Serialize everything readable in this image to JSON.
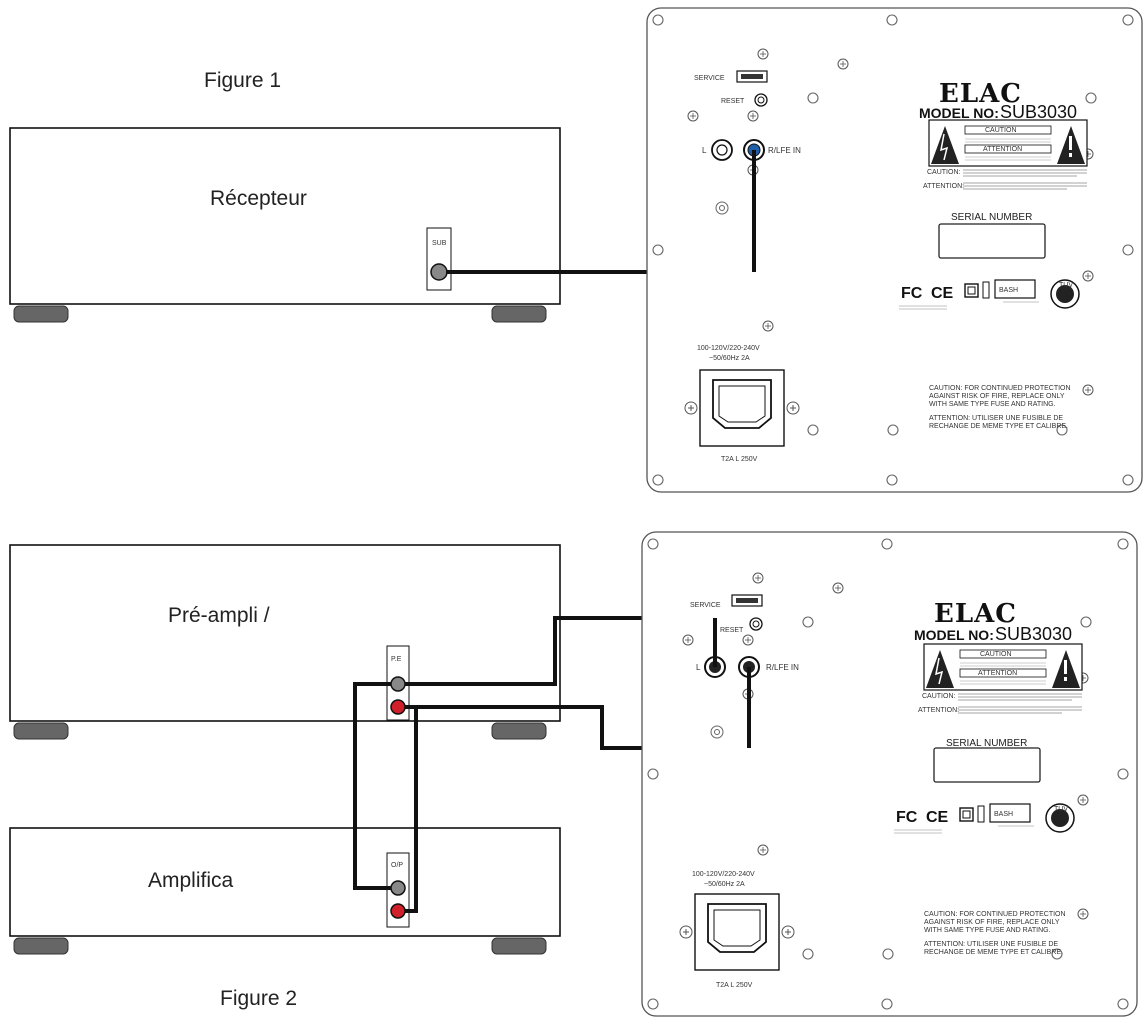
{
  "figures": [
    {
      "title": "Figure 1",
      "source_device": {
        "label": "Récepteur",
        "terminal_label": "SUB"
      },
      "cable": "SUB → R/LFE IN"
    },
    {
      "title": "Figure 2",
      "source_device": {
        "label": "Pré-ampli /",
        "terminal_label": "P.E"
      },
      "second_device": {
        "label": "Amplifica",
        "terminal_label": "O/P"
      }
    }
  ],
  "subwoofer_panel": {
    "brand": "ELAC",
    "model_prefix": "MODEL NO:",
    "model_number": "SUB3030",
    "service_label": "SERVICE",
    "reset_label": "RESET",
    "input_left_label": "L",
    "input_right_label": "R/LFE IN",
    "warning_caution_label": "CAUTION",
    "warning_attention_label": "ATTENTION",
    "caution_side_label": "CAUTION:",
    "attention_side_label": "ATTENTION:",
    "serial_label": "SERIAL NUMBER",
    "cert_fcc": "FC",
    "cert_ce": "CE",
    "cert_bash": "BASH",
    "cert_tuv": "TÜV",
    "power_rating_line1": "100-120V/220-240V",
    "power_rating_line2": "~50/60Hz 2A",
    "fuse_label": "T2A L 250V",
    "fuse_caution_1": "CAUTION: FOR CONTINUED PROTECTION",
    "fuse_caution_2": "AGAINST RISK OF FIRE, REPLACE ONLY",
    "fuse_caution_3": "WITH SAME TYPE FUSE AND RATING.",
    "fuse_attention_1": "ATTENTION: UTILISER UNE FUSIBLE DE",
    "fuse_attention_2": "RECHANGE DE MEME TYPE ET CALIBRE."
  },
  "colors": {
    "jack_red": "#d0202a",
    "jack_blue": "#1f5fa8",
    "jack_grey": "#888888"
  }
}
